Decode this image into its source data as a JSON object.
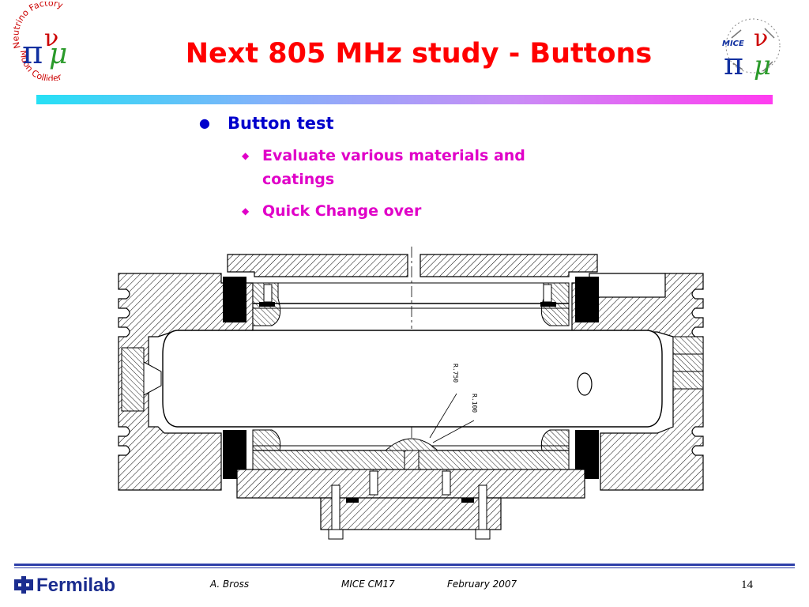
{
  "slide": {
    "title": "Next 805 MHz study - Buttons",
    "bullets": [
      {
        "text": "Button test",
        "sub": [
          "Evaluate various materials and coatings",
          "Quick Change over"
        ]
      }
    ],
    "drawing_labels": {
      "r750": "R.750",
      "r100": "R.100"
    }
  },
  "logos": {
    "left": {
      "top_text": "Neutrino Factory",
      "bottom_text": "Muon Collider"
    },
    "right": {
      "text": "MICE"
    }
  },
  "footer": {
    "lab": "Fermilab",
    "author": "A. Bross",
    "meeting": "MICE CM17",
    "date": "February 2007",
    "page": "14"
  },
  "colors": {
    "title": "#ff0000",
    "bullet_level1": "#0000cc",
    "bullet_level2": "#e000c8",
    "footer_blue": "#2e3fa8"
  }
}
